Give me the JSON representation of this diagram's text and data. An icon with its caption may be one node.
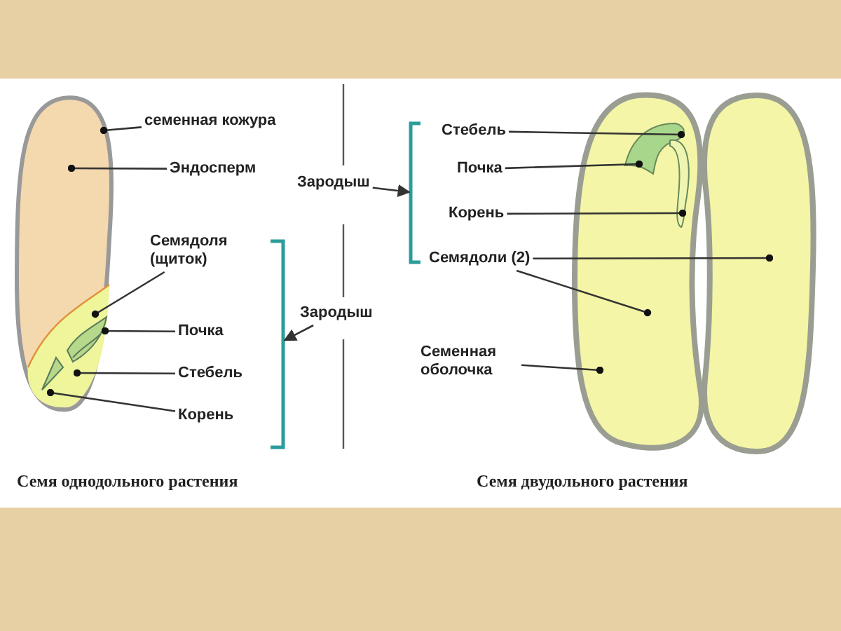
{
  "diagram": {
    "nodes": [
      {
        "text": [
          "семенная кожура"
        ]
      },
      {
        "text": [
          "Эндосперм"
        ]
      },
      {
        "text": [
          "Семядоля (щиток)"
        ]
      },
      {
        "text": [
          "Почка"
        ]
      },
      {
        "text": [
          "Стебель"
        ]
      },
      {
        "text": [
          "Корень"
        ]
      },
      {
        "text": [],
        "shape": "bracket"
      },
      {
        "text": [
          "Зародыш"
        ]
      },
      {
        "text": [
          "Зародыш"
        ]
      },
      {
        "text": [],
        "shape": "bracket"
      },
      {
        "text": [
          "Стебель"
        ]
      },
      {
        "text": [
          "Почка"
        ]
      },
      {
        "text": [
          "Корень"
        ]
      },
      {
        "text": [
          "Семядоли (2)"
        ]
      },
      {
        "text": [
          "Семенная оболочка"
        ]
      }
    ],
    "edges": [
      {
        "from": 0,
        "to": null,
        "arrow": "other"
      },
      {
        "from": 1,
        "to": null,
        "arrow": "other"
      },
      {
        "from": 2,
        "to": null,
        "arrow": "other"
      },
      {
        "from": 3,
        "to": null,
        "arrow": "other"
      },
      {
        "from": 4,
        "to": null,
        "arrow": "other"
      },
      {
        "from": 5,
        "to": null,
        "arrow": "other"
      },
      {
        "from": 7,
        "to": 6,
        "arrow": "to"
      },
      {
        "from": 8,
        "to": 9,
        "arrow": "to"
      },
      {
        "from": 10,
        "to": null,
        "arrow": "other"
      },
      {
        "from": 11,
        "to": null,
        "arrow": "other"
      },
      {
        "from": 12,
        "to": null,
        "arrow": "other"
      },
      {
        "from": 13,
        "to": null,
        "arrow": "other"
      },
      {
        "from": 13,
        "to": null,
        "arrow": "other"
      },
      {
        "from": 14,
        "to": null,
        "arrow": "other"
      }
    ],
    "labels": [
      "Семя однодольного растения",
      "Семя двудольного растения"
    ]
  }
}
